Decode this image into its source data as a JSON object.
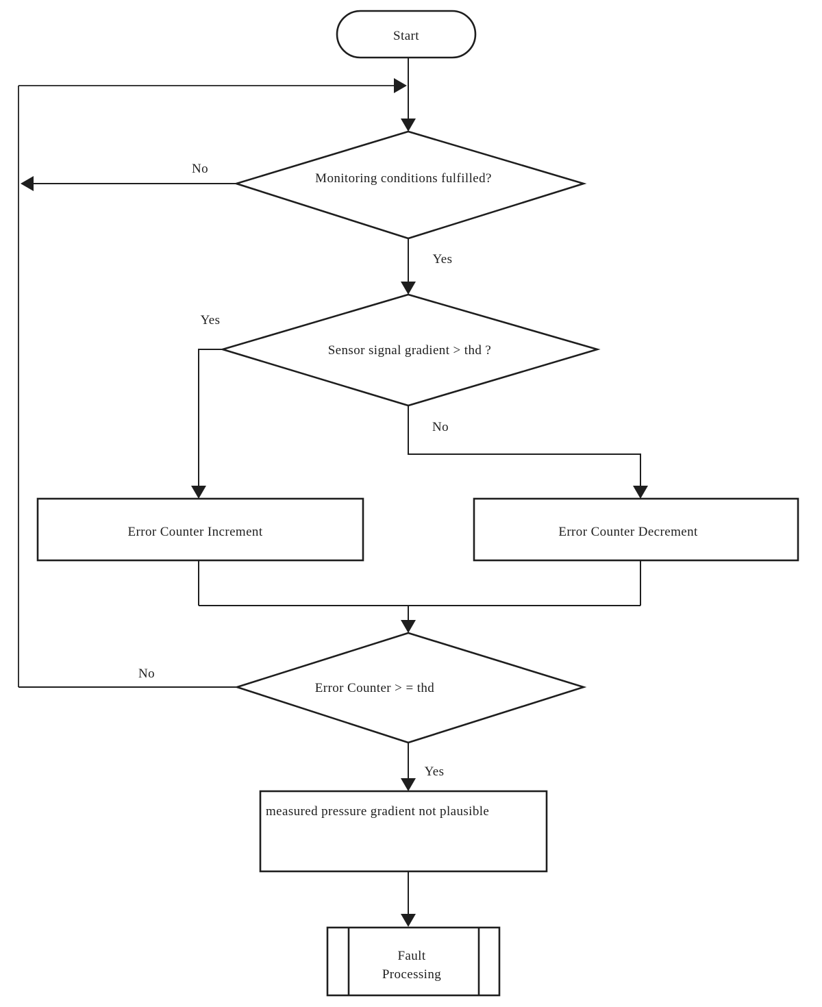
{
  "page": {
    "background_color": "#ffffff"
  },
  "diagram": {
    "type": "flowchart",
    "style": "scanned black-and-white patent figure",
    "ink_color": "#1e1e1e",
    "nodes": {
      "start": {
        "shape": "terminator",
        "label": "Start"
      },
      "monitoring_decision": {
        "shape": "decision",
        "label": "Monitoring conditions fulfilled?"
      },
      "gradient_decision": {
        "shape": "decision",
        "label": "Sensor signal gradient > thd ?"
      },
      "increment_process": {
        "shape": "process",
        "label": "Error Counter Increment"
      },
      "decrement_process": {
        "shape": "process",
        "label": "Error Counter Decrement"
      },
      "counter_decision": {
        "shape": "decision",
        "label": "Error Counter > = thd"
      },
      "plausibility_process": {
        "shape": "process",
        "label": "measured pressure gradient not plausible"
      },
      "fault_processing": {
        "shape": "predefined-process",
        "label_line1": "Fault",
        "label_line2": "Processing"
      }
    },
    "edge_labels": {
      "monitoring_no": "No",
      "monitoring_yes": "Yes",
      "gradient_yes": "Yes",
      "gradient_no": "No",
      "counter_no": "No",
      "counter_yes": "Yes"
    }
  }
}
